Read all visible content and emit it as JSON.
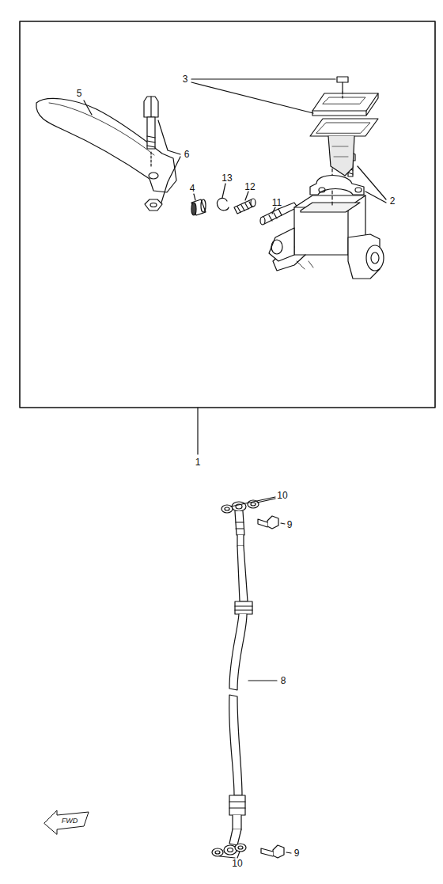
{
  "diagram": {
    "labels": [
      "5",
      "6",
      "3",
      "4",
      "13",
      "12",
      "11",
      "2",
      "1",
      "10",
      "9",
      "8",
      "9",
      "10",
      "FWD"
    ]
  }
}
